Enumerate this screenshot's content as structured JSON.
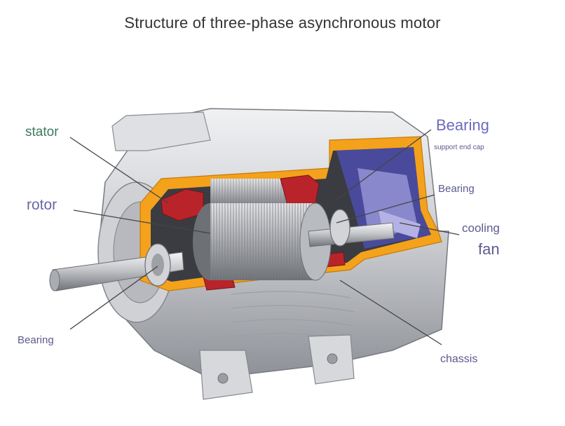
{
  "title": "Structure of three-phase asynchronous motor",
  "labels": {
    "stator": {
      "text": "stator",
      "color": "#3d7a5e"
    },
    "rotor": {
      "text": "rotor",
      "color": "#6a67a8"
    },
    "bearing_left": {
      "text": "Bearing",
      "color": "#5c5a8f"
    },
    "bearing_support": {
      "text": "Bearing",
      "color": "#6a6ac0"
    },
    "bearing_support_sub": {
      "text": "support end cap",
      "color": "#5c5a8f"
    },
    "bearing_right": {
      "text": "Bearing",
      "color": "#5c5a8f"
    },
    "cooling": {
      "text": "cooling",
      "color": "#5c5a8f"
    },
    "fan": {
      "text": "fan",
      "color": "#5c5a8f"
    },
    "chassis": {
      "text": "chassis",
      "color": "#5c5a8f"
    }
  },
  "colors": {
    "housing": "#d9dadc",
    "housing_dark": "#a9abb0",
    "cutaway": "#f4a11c",
    "winding": "#b8242a",
    "fan_blue": "#4a4a9c",
    "fan_light": "#8a88cc",
    "shaft": "#c7c9cd",
    "leader": "#444444"
  }
}
